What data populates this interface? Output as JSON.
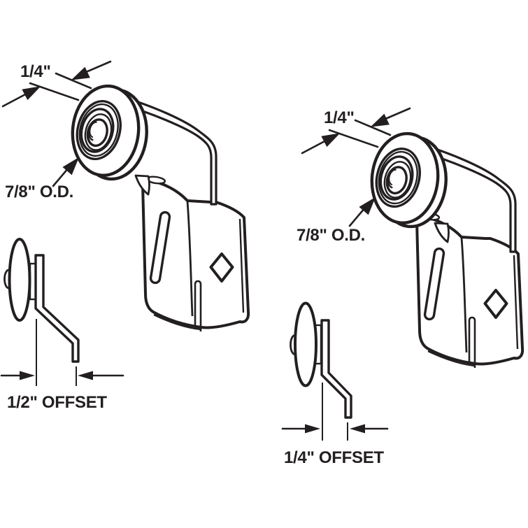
{
  "canvas": {
    "background_color": "#ffffff",
    "line_color": "#231f20",
    "description": "Technical line diagram of two closet door roller bracket assemblies with dimension callouts"
  },
  "left_assembly": {
    "width_label": "1/4\"",
    "od_label": "7/8\" O.D.",
    "offset_label": "1/2\" OFFSET"
  },
  "right_assembly": {
    "width_label": "1/4\"",
    "od_label": "7/8\" O.D.",
    "offset_label": "1/4\" OFFSET"
  }
}
